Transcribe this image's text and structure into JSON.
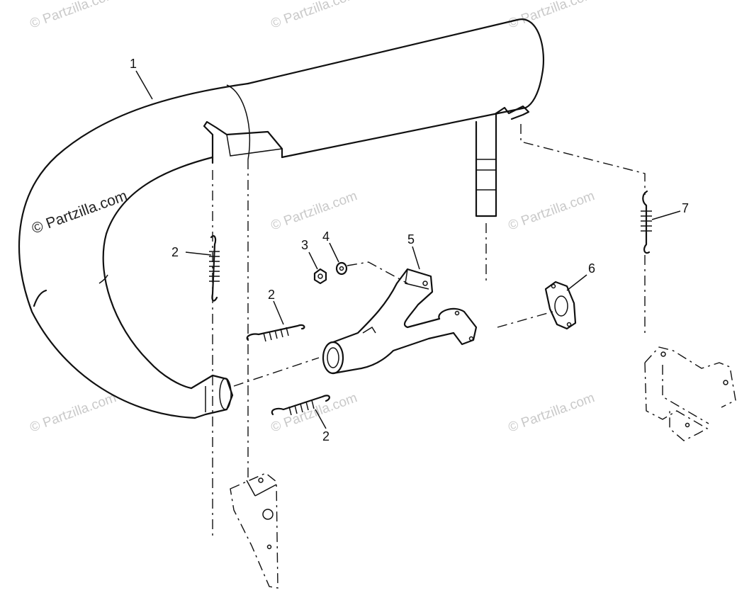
{
  "diagram": {
    "callouts": {
      "muffler": "1",
      "spring_upper_left": "2",
      "spring_middle": "2",
      "spring_lower": "2",
      "nut": "3",
      "washer": "4",
      "y_pipe": "5",
      "gasket": "6",
      "spring_right": "7"
    }
  },
  "watermarks": {
    "brand": "© Partzilla.com"
  }
}
